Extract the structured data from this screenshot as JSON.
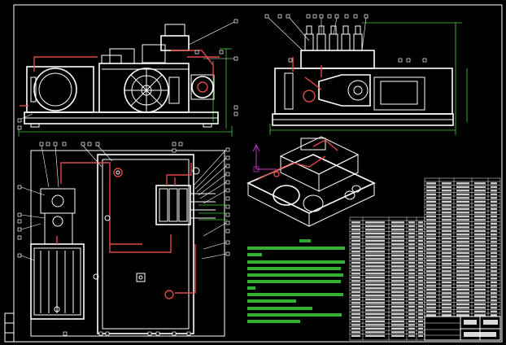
{
  "drawing": {
    "background": "#000000",
    "line_color": "#ffffff",
    "pipe_color": "#e04848",
    "dimension_color": "#3cd23c",
    "axis_color": "#c03cc8"
  },
  "views": [
    {
      "id": "front-view",
      "icons": [
        "electric-motor",
        "gear-pump",
        "valve-block",
        "reservoir-tank"
      ]
    },
    {
      "id": "side-view",
      "icons": [
        "valve-stack",
        "pump-housing",
        "reservoir-tank"
      ]
    },
    {
      "id": "top-view",
      "icons": [
        "pipe-network",
        "valve-manifold",
        "motor-pump-group"
      ]
    },
    {
      "id": "isometric-view",
      "icons": [
        "ucs-axis-icon",
        "assembly-3d"
      ]
    }
  ]
}
